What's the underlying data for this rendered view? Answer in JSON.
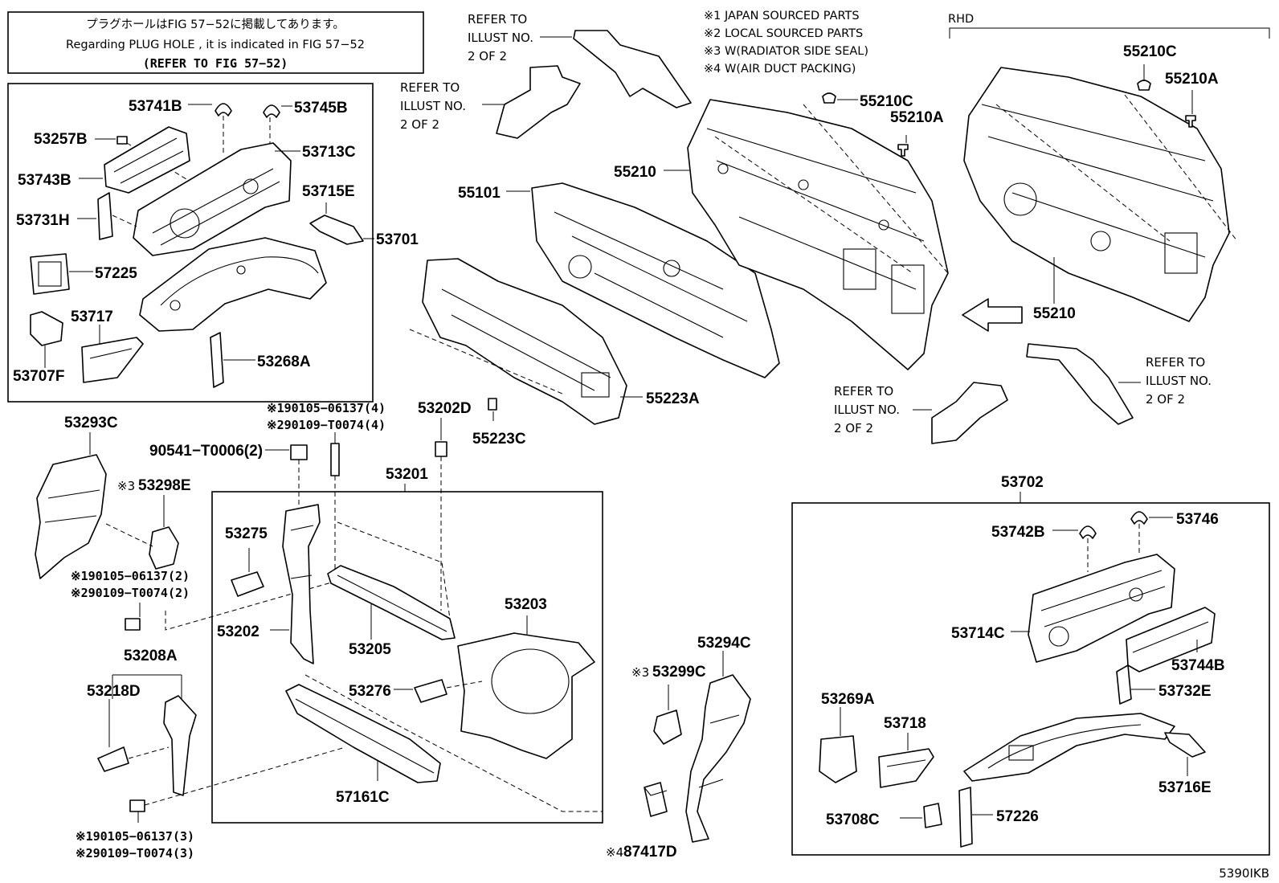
{
  "header_note": {
    "line1": "プラグホールはFIG 57−52に掲載してあります。",
    "line2": "Regarding  PLUG  HOLE , it is indicated in  FIG  57−52",
    "line3": "(REFER  TO  FIG  57−52)"
  },
  "legend": {
    "item1": "※1 JAPAN SOURCED PARTS",
    "item2": "※2 LOCAL SOURCED PARTS",
    "item3": "※3 W(RADIATOR SIDE SEAL)",
    "item4": "※4 W(AIR DUCT PACKING)"
  },
  "rhd_label": "RHD",
  "diagram_code": "5390IKB",
  "refer_notes": {
    "line1": "REFER TO",
    "line2": "ILLUST NO.",
    "line3": "2 OF 2"
  },
  "labels": {
    "p53741B": "53741B",
    "p53745B": "53745B",
    "p53257B": "53257B",
    "p53713C": "53713C",
    "p53743B": "53743B",
    "p53715E": "53715E",
    "p53731H": "53731H",
    "p53701": "53701",
    "p57225": "57225",
    "p53717": "53717",
    "p53707F": "53707F",
    "p53268A": "53268A",
    "p55101": "55101",
    "p55210_a": "55210",
    "p55210C_a": "55210C",
    "p55210A_a": "55210A",
    "p55210C_b": "55210C",
    "p55210A_b": "55210A",
    "p55210_b": "55210",
    "p55223A": "55223A",
    "p55223C": "55223C",
    "p53202D": "53202D",
    "p53293C": "53293C",
    "p53298E": "53298E",
    "p53298E_mark": "※3",
    "p90541": "90541−T0006(2)",
    "bolt1a": "※190105−06137(4)",
    "bolt1b": "※290109−T0074(4)",
    "bolt2a": "※190105−06137(2)",
    "bolt2b": "※290109−T0074(2)",
    "bolt3a": "※190105−06137(3)",
    "bolt3b": "※290109−T0074(3)",
    "p53201": "53201",
    "p53275": "53275",
    "p53202": "53202",
    "p53205": "53205",
    "p53203": "53203",
    "p53276": "53276",
    "p57161C": "57161C",
    "p53208A": "53208A",
    "p53218D": "53218D",
    "p53294C": "53294C",
    "p53299C": "53299C",
    "p53299C_mark": "※3",
    "p87417D": "87417D",
    "p87417D_mark": "※4",
    "p53702": "53702",
    "p53742B": "53742B",
    "p53746": "53746",
    "p53714C": "53714C",
    "p53744B": "53744B",
    "p53732E": "53732E",
    "p53269A": "53269A",
    "p53718": "53718",
    "p53716E": "53716E",
    "p53708C": "53708C",
    "p57226": "57226"
  }
}
